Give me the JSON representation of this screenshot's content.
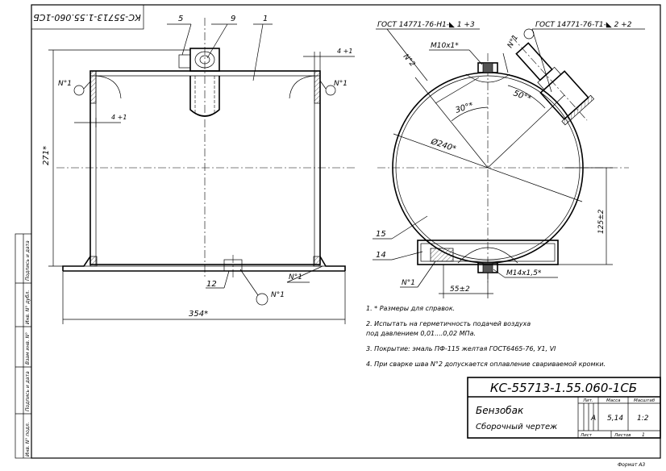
{
  "stamp_code": "КС-55713-1.55.060-1СБ",
  "front_view": {
    "positions": {
      "p5": "5",
      "p9": "9",
      "p1": "1",
      "p12": "12"
    },
    "weld_mark": "N°1",
    "dim_height": "271*",
    "dim_width": "354*",
    "dim_gap": "4 +1"
  },
  "side_view": {
    "weld_ref_1": "ГОСТ 14771-76-Н1-◣ 1 +3",
    "weld_ref_2": "ГОСТ 14771-76-Т1-◣ 2 +2",
    "thread_top": "M10x1*",
    "thread_bottom": "M14x1,5*",
    "angle_30": "30°*",
    "angle_50": "50°*",
    "diameter": "Ø240*",
    "dim_125": "125±2",
    "dim_55": "55±2",
    "weld_n1": "N°1",
    "weld_n2": "N°2",
    "pos_15": "15",
    "pos_14": "14"
  },
  "notes": [
    "1. * Размеры для справок.",
    "2. Испытать на герметичность подачей воздуха",
    "под давлением 0,01....0,02 МПа.",
    "3. Покрытие: эмаль ПФ-115 желтая ГОСТ6465-76, У1, VI",
    "4. При сварке шва N°2 допускается оплавление свариваемой кромки."
  ],
  "title_block": {
    "doc_code": "КС-55713-1.55.060-1СБ",
    "name": "Бензобак",
    "doc_type": "Сборочный чертеж",
    "lit_header": "Лит.",
    "mass_header": "Масса",
    "scale_header": "Масштаб",
    "lit": "А",
    "mass": "5,14",
    "scale": "1:2",
    "sheet_label": "Лист",
    "sheets_label": "Листов",
    "sheets_count": "1"
  },
  "side_strip": [
    "Подпись и дата",
    "Инв. N° дубл.",
    "Взам инв. N°",
    "Подпись и дата",
    "Инв. N° подл."
  ],
  "format_label": "Формат А3"
}
